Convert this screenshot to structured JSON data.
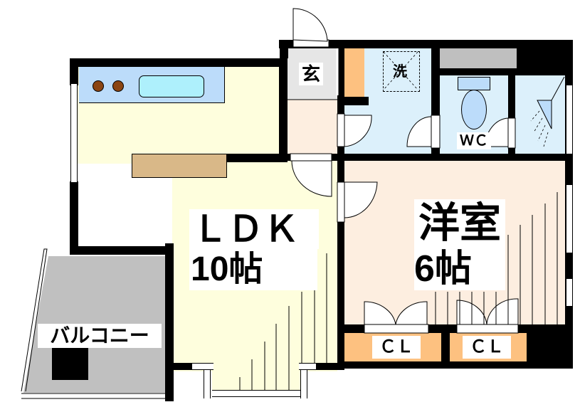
{
  "plan": {
    "rooms": {
      "entrance": {
        "label": "玄",
        "color": "#e6e6e6"
      },
      "hallway": {
        "color": "#fdeee0"
      },
      "laundry": {
        "label": "洗",
        "color": "#dcf0fb"
      },
      "wc": {
        "label": "ＷＣ",
        "color": "#dcf0fb"
      },
      "bath": {
        "color": "#dcf0fb"
      },
      "ldk": {
        "label": "ＬＤＫ",
        "size": "10帖",
        "color": "#fefedd"
      },
      "western_room": {
        "label": "洋室",
        "size": "6帖",
        "color": "#fdeee0"
      },
      "closet_1": {
        "label": "ＣＬ",
        "color": "#fdc180"
      },
      "closet_2": {
        "label": "ＣＬ",
        "color": "#fdc180"
      },
      "balcony": {
        "label": "バルコニー",
        "color": "#c0c0c0"
      }
    },
    "fixtures": {
      "kitchen_counter": {
        "color": "#bcdcfa"
      },
      "sink": {
        "color": "#aef0fc"
      },
      "burner": {
        "color": "#8b4513"
      },
      "counter_table": {
        "color": "#d9b888"
      },
      "shoe_cabinet": {
        "color": "#fdc180"
      },
      "storage_shelf": {
        "color": "#bfbfbf"
      },
      "toilet": {
        "color": "#bcdcfa"
      }
    },
    "wall_color": "#000000"
  }
}
